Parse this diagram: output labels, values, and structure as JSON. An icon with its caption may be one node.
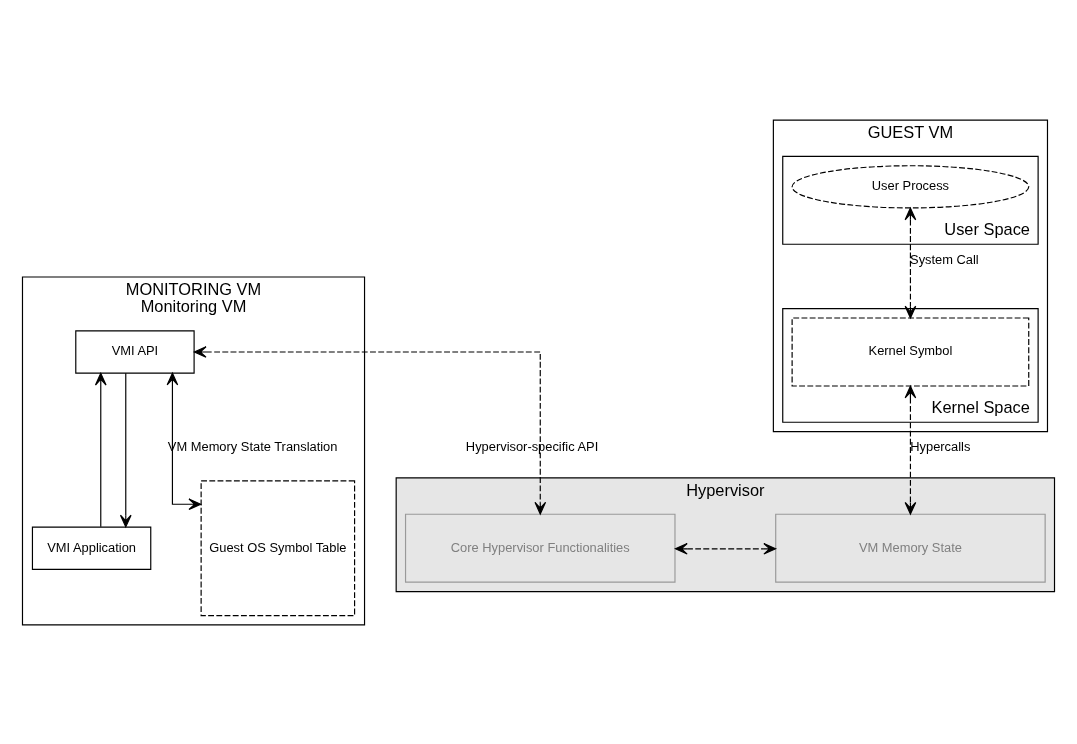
{
  "diagram": {
    "nodes": [
      {
        "text": [
          "MONITORING VM",
          "Monitoring VM"
        ]
      },
      {
        "text": [
          "Guest OS Symbol Table"
        ],
        "in": 0
      },
      {
        "text": [
          "VMI Application"
        ],
        "in": 0
      },
      {
        "text": [
          "VMI API"
        ],
        "in": 0
      },
      {
        "text": [
          "GUEST VM"
        ]
      },
      {
        "text": [
          "User Space"
        ],
        "in": 4
      },
      {
        "text": [
          "User Process"
        ],
        "in": 5
      },
      {
        "text": [
          "Kernel Space"
        ],
        "in": 4
      },
      {
        "text": [
          "Kernel Symbol"
        ],
        "in": 7
      },
      {
        "text": [
          "Hypervisor"
        ]
      },
      {
        "text": [
          "Core Hypervisor Functionalities"
        ],
        "in": 9
      },
      {
        "text": [
          "VM Memory State"
        ],
        "in": 9
      }
    ],
    "edges": [
      {
        "from": 2,
        "to": 3,
        "arrow": "to"
      },
      {
        "from": 3,
        "to": 2,
        "arrow": "to"
      },
      {
        "from": 3,
        "to": 1,
        "arrow": "both",
        "label": "VM Memory State Translation"
      },
      {
        "from": 3,
        "to": 10,
        "arrow": "both",
        "style": "dashed",
        "label": "Hypervisor-specific API"
      },
      {
        "from": 6,
        "to": 8,
        "arrow": "both",
        "style": "dashed",
        "label": "System Call"
      },
      {
        "from": 8,
        "to": 11,
        "arrow": "both",
        "style": "dashed",
        "label": "Hypercalls"
      },
      {
        "from": 10,
        "to": 11,
        "arrow": "both",
        "style": "dashed"
      }
    ]
  }
}
